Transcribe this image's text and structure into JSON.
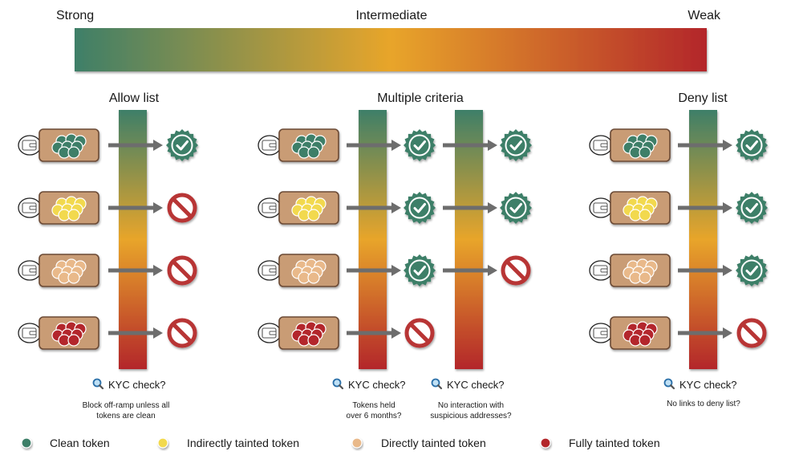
{
  "scale": {
    "strong": "Strong",
    "intermediate": "Intermediate",
    "weak": "Weak"
  },
  "colors": {
    "clean": "#3e7f68",
    "indirect": "#f2d94e",
    "direct": "#e9b98a",
    "fully": "#b3262c",
    "gradient_mid": "#e8a52a",
    "wallet": "#c99c74",
    "arrow": "#6d6d6d",
    "stop": "#b83535"
  },
  "sections": [
    {
      "title": "Allow list",
      "outcomes": [
        [
          "pass"
        ],
        [
          "block"
        ],
        [
          "block"
        ],
        [
          "block"
        ]
      ],
      "checks": [
        {
          "label": "KYC check?",
          "caption": [
            "Block off-ramp unless all",
            "tokens are clean"
          ]
        }
      ]
    },
    {
      "title": "Multiple criteria",
      "outcomes": [
        [
          "pass",
          "pass"
        ],
        [
          "pass",
          "pass"
        ],
        [
          "pass",
          "block"
        ],
        [
          "block"
        ]
      ],
      "checks": [
        {
          "label": "KYC check?",
          "caption": [
            "Tokens held",
            "over 6 months?"
          ]
        },
        {
          "label": "KYC check?",
          "caption": [
            "No interaction with",
            "suspicious addresses?"
          ]
        }
      ]
    },
    {
      "title": "Deny list",
      "outcomes": [
        [
          "pass"
        ],
        [
          "pass"
        ],
        [
          "pass"
        ],
        [
          "block"
        ]
      ],
      "checks": [
        {
          "label": "KYC check?",
          "caption": [
            "No links to deny list?"
          ]
        }
      ]
    }
  ],
  "rows": [
    "clean",
    "indirect",
    "direct",
    "fully"
  ],
  "legend": [
    {
      "key": "clean",
      "label": "Clean token"
    },
    {
      "key": "indirect",
      "label": "Indirectly tainted token"
    },
    {
      "key": "direct",
      "label": "Directly tainted token"
    },
    {
      "key": "fully",
      "label": "Fully tainted token"
    }
  ]
}
